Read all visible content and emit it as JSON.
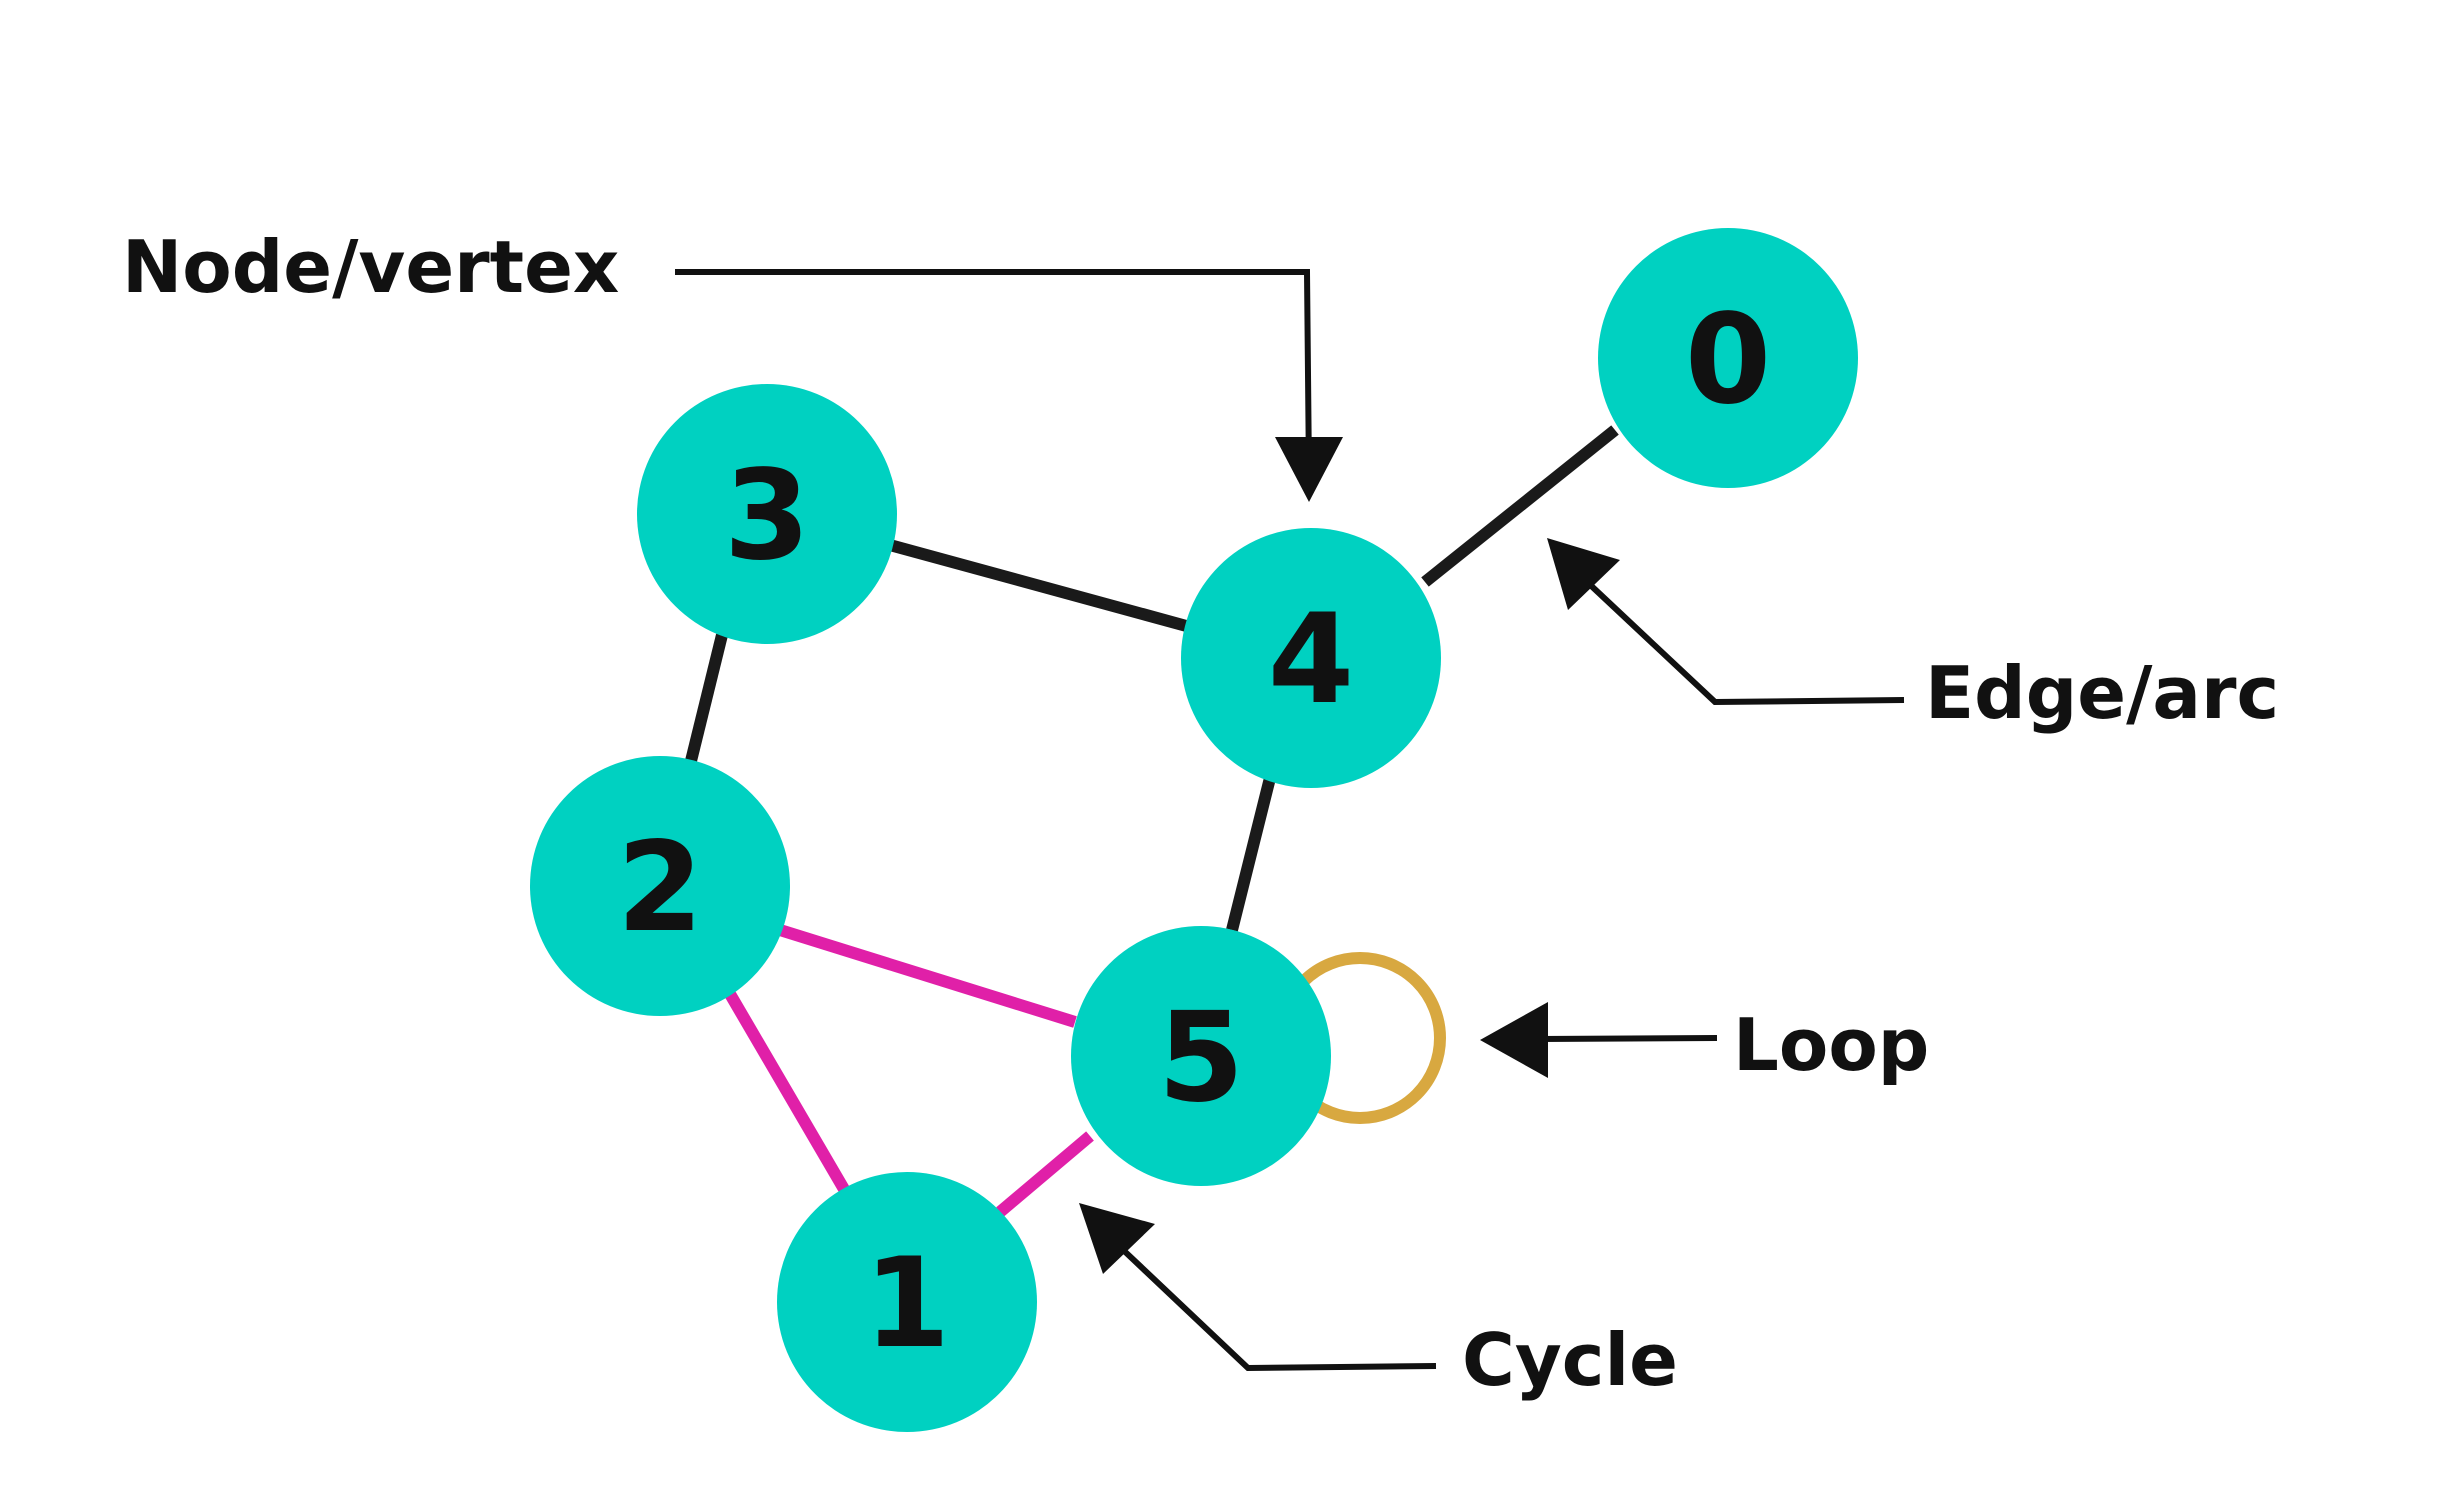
{
  "colors": {
    "background": "#ffffff",
    "node_fill": "#00d1c1",
    "edge": "#1a1a1a",
    "cycle_edge": "#e020a8",
    "loop": "#d8a840",
    "text": "#111111"
  },
  "nodes": [
    {
      "id": "0",
      "label": "0"
    },
    {
      "id": "1",
      "label": "1"
    },
    {
      "id": "2",
      "label": "2"
    },
    {
      "id": "3",
      "label": "3"
    },
    {
      "id": "4",
      "label": "4"
    },
    {
      "id": "5",
      "label": "5"
    }
  ],
  "edges": [
    {
      "from": "3",
      "to": "4",
      "kind": "edge"
    },
    {
      "from": "3",
      "to": "2",
      "kind": "edge"
    },
    {
      "from": "4",
      "to": "5",
      "kind": "edge"
    },
    {
      "from": "4",
      "to": "0",
      "kind": "edge"
    },
    {
      "from": "2",
      "to": "5",
      "kind": "cycle"
    },
    {
      "from": "2",
      "to": "1",
      "kind": "cycle"
    },
    {
      "from": "1",
      "to": "5",
      "kind": "cycle"
    }
  ],
  "loops": [
    {
      "node": "5",
      "kind": "loop"
    }
  ],
  "annotations": {
    "node_vertex": "Node/vertex",
    "edge_arc": "Edge/arc",
    "loop": "Loop",
    "cycle": "Cycle"
  }
}
